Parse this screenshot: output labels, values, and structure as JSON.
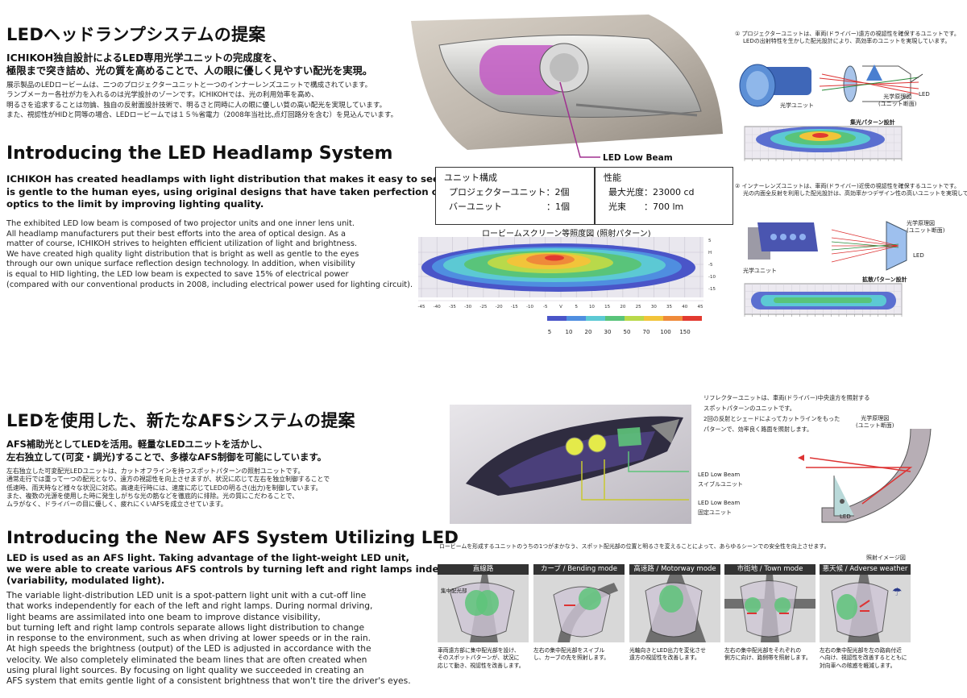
{
  "sec1": {
    "title_jp": "LEDヘッドランプシステムの提案",
    "lead_jp": [
      "ICHIKOH独自設計によるLED専用光学ユニットの完成度を、",
      "極限まで突き詰め、光の質を高めることで、人の眼に優しく見やすい配光を実現。"
    ],
    "body_jp": [
      "展示製品のLEDロービームは、二つのプロジェクターユニットと一つのインナーレンズユニットで構成されています。",
      "ランプメーカー各社が力を入れるのは光学設計のゾーンです。ICHIKOHでは、光の利用効率を高め、",
      "明るさを追求することは勿論、独自の反射面設計技術で、明るさと同時に人の眼に優しい質の高い配光を実現しています。",
      "また、視認性がHIDと同等の場合、LEDロービームでは１５％省電力（2008年当社比,点灯回路分を含む）を見込んでいます。"
    ],
    "title_en": "Introducing the LED Headlamp System",
    "lead_en": [
      "ICHIKOH has created headlamps with light distribution that makes it easy to see and",
      "is gentle to the human eyes, using original designs that have taken perfection of LED",
      "optics to the limit by improving lighting quality."
    ],
    "body_en": [
      "The exhibited LED low beam is composed of two projector units and one inner lens unit.",
      "All headlamp manufacturers put their best efforts into the area of optical design. As a",
      "matter of course, ICHIKOH strives to heighten efficient utilization of light and brightness.",
      "We have created high quality light distribution that is bright as well as gentle to the eyes",
      "through our own unique surface reflection design technology. In addition, when visibility",
      "is equal to HID lighting, the LED low beam is expected to save 15% of electrical power",
      "(compared with our conventional products in 2008, including electrical power used for lighting circuit)."
    ]
  },
  "lamp1": {
    "label": "LED Low Beam",
    "unit_title": "ユニット構成",
    "unit_rows": [
      "プロジェクターユニット：2個",
      "バーユニット　　　　　：1個"
    ],
    "perf_title": "性能",
    "perf_rows": [
      "最大光度：23000 cd",
      "光束　　：700 lm"
    ]
  },
  "iso": {
    "title": "ロービームスクリーン等照度図 (照射パターン)",
    "x_ticks": [
      "-45",
      "-40",
      "-35",
      "-30",
      "-25",
      "-20",
      "-15",
      "-10",
      "-5",
      "V",
      "5",
      "10",
      "15",
      "20",
      "25",
      "30",
      "35",
      "40",
      "45"
    ],
    "y_ticks": [
      "5",
      "H",
      "-5",
      "-10",
      "-15"
    ],
    "legend": [
      "5",
      "10",
      "20",
      "30",
      "50",
      "70",
      "100",
      "150"
    ],
    "colors": [
      "#4a55c8",
      "#4f8ee0",
      "#5cc9d4",
      "#59c47a",
      "#b9d94a",
      "#f2c43a",
      "#ef8a3a",
      "#e23a30"
    ]
  },
  "right1": {
    "note1": [
      "① プロジェクターユニットは、車両(ドライバー)遠方の視認性を確保するユニットです。",
      "LEDの出射特性を生かした配光設計により、高効率のユニットを実現しています。"
    ],
    "label_unit": "光学ユニット",
    "label_principle": [
      "光学原理図",
      "(ユニット断面)"
    ],
    "label_led": "LED",
    "pattern1_title": "集光パターン設計",
    "note2": [
      "② インナーレンズユニットは、車両(ドライバー)近傍の視認性を確保するユニットです。",
      "光の内面全反射を利用した配光設計は、高効率かつデザイン性の高いユニットを実現しています。"
    ],
    "label_unit2": "光学ユニット",
    "label_principle2": [
      "光学原理図",
      "(ユニット断面)"
    ],
    "label_led2": "LED",
    "pattern2_title": "拡散パターン設計"
  },
  "sec2": {
    "title_jp": "LEDを使用した、新たなAFSシステムの提案",
    "lead_jp": [
      "AFS補助光としてLEDを活用。軽量なLEDユニットを活かし、",
      "左右独立して(可変・調光)することで、多様なAFS制御を可能にしています。"
    ],
    "body_jp": [
      "左右独立した可変配光LEDユニットは、カットオフラインを持つスポットパターンの照射ユニットです。",
      "通常走行では重って一つの配光となり、遠方の視認性を向上させますが、状況に応じて左右を独立制御することで",
      "低速時、雨天時など様々な状況に対応。高速走行時には、速度に応じてLEDの明るさ(出力)を制御しています。",
      "また、複数の光源を使用した時に発生しがちな光の筋などを徹底的に排除。光の質にこだわることで、",
      "ムラがなく、ドライバーの目に優しく、疲れにくいAFSを成立させています。"
    ],
    "title_en": "Introducing the New AFS System Utilizing LED",
    "lead_en": [
      "LED is used as an AFS light. Taking advantage of the light-weight LED unit,",
      "we were able to create various AFS controls by turning left and right lamps independent",
      "(variability, modulated light)."
    ],
    "body_en": [
      "The variable light-distribution LED unit is a spot-pattern light unit with a cut-off line",
      "that works independently for each of the left and right lamps. During normal driving,",
      "light beams are assimilated into one beam to improve distance visibility,",
      "but turning left and right lamp controls separate allows light distribution to change",
      "in response to the environment, such as when driving at lower speeds or in the rain.",
      "At high speeds the brightness (output) of the LED is adjusted in accordance with the",
      "velocity. We also completely eliminated the beam lines that are often created when",
      "using plural light sources. By focusing on light quality we succeeded in creating an",
      "AFS system that emits gentle light of a consistent brightness that won't tire the driver's eyes."
    ]
  },
  "afs": {
    "note": [
      "リフレクターユニットは、車両(ドライバー)中央遠方を照射する",
      "スポットパターンのユニットです。",
      "2回の反射とシェードによってカットラインをもった",
      "パターンで、効率良く路面を照射します。"
    ],
    "principle": [
      "光学原理図",
      "(ユニット断面)"
    ],
    "led": "LED",
    "swivel": [
      "LED Low Beam",
      "スイブルユニット"
    ],
    "fixed": [
      "LED Low Beam",
      "固定ユニット"
    ],
    "modes_intro": "ロービームを形成するユニットのうちの1つがまかなう、スポット配光部の位置と明るさを変えることによって、あらゆるシーンでの安全性を向上させます。",
    "modes_caption": "照射イメージ図",
    "spot_label": "集中配光部",
    "modes": [
      {
        "title": "直線路",
        "desc": [
          "車両遠方部に集中配光部を設け、",
          "そのスポットパターンが、状況に",
          "応じて動き、視認性を改善します。"
        ]
      },
      {
        "title": "カーブ / Bending mode",
        "desc": [
          "左右の集中配光部をスイブル",
          "し、カーブの先を照射します。"
        ]
      },
      {
        "title": "高速路 / Motorway mode",
        "desc": [
          "光軸向きとLED出力を変化させ",
          "遠方の視認性を改善します。"
        ]
      },
      {
        "title": "市街地 / Town mode",
        "desc": [
          "左右の集中配光部をそれぞれの",
          "側方に向け、路側帯を照射します。"
        ]
      },
      {
        "title": "悪天候 / Adverse weather mode",
        "desc": [
          "左右の集中配光部を左の路肩付近",
          "へ向け、視認性を改善するとともに",
          "対向車への眩惑を軽減します。"
        ]
      }
    ]
  }
}
